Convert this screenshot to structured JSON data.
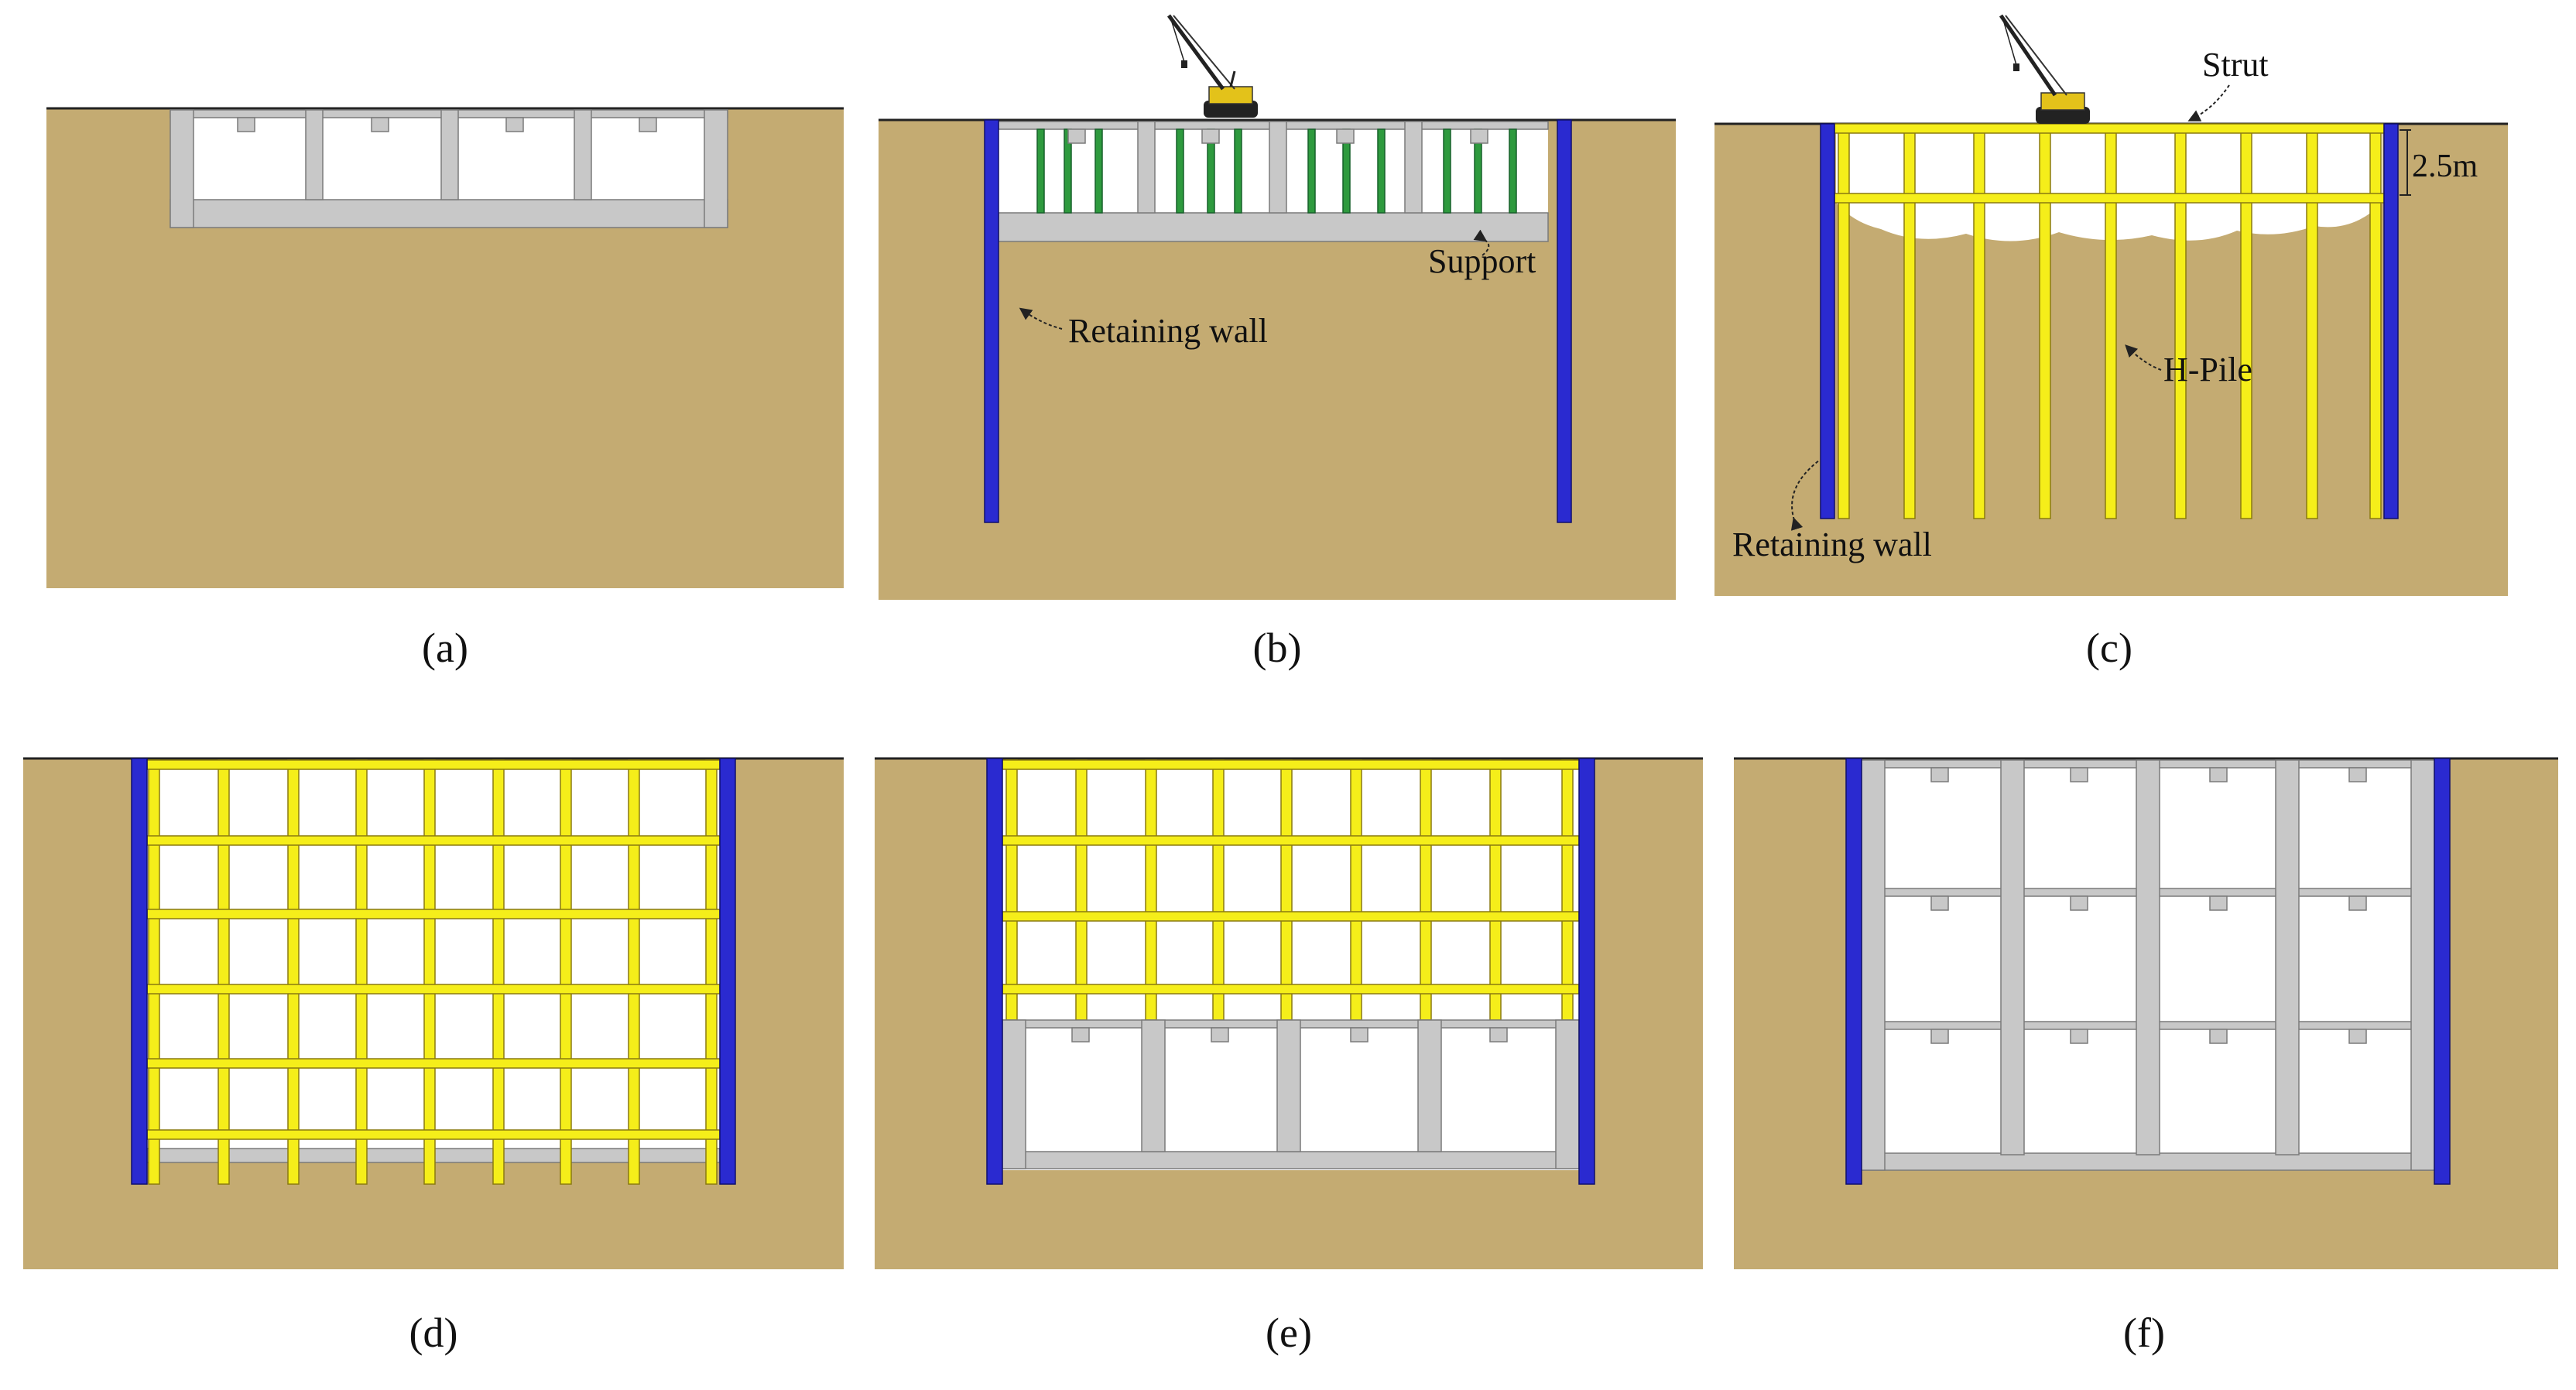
{
  "panels": [
    {
      "id": "a",
      "caption": "(a)"
    },
    {
      "id": "b",
      "caption": "(b)"
    },
    {
      "id": "c",
      "caption": "(c)"
    },
    {
      "id": "d",
      "caption": "(d)"
    },
    {
      "id": "e",
      "caption": "(e)"
    },
    {
      "id": "f",
      "caption": "(f)"
    }
  ],
  "labels": {
    "retaining_wall": "Retaining wall",
    "support": "Support",
    "strut": "Strut",
    "h_pile": "H-Pile",
    "depth": "2.5m"
  },
  "colors": {
    "soil": "#c4ab72",
    "wall": "#2a2ad0",
    "strut": "#f5ee1a",
    "strut_edge": "#8a7a10",
    "concrete": "#c8c8c8",
    "concrete_edge": "#7a7a7a",
    "support": "#2e9a3e",
    "ground_line": "#222222"
  },
  "icons": {
    "crane": "crawler-crane-icon"
  }
}
